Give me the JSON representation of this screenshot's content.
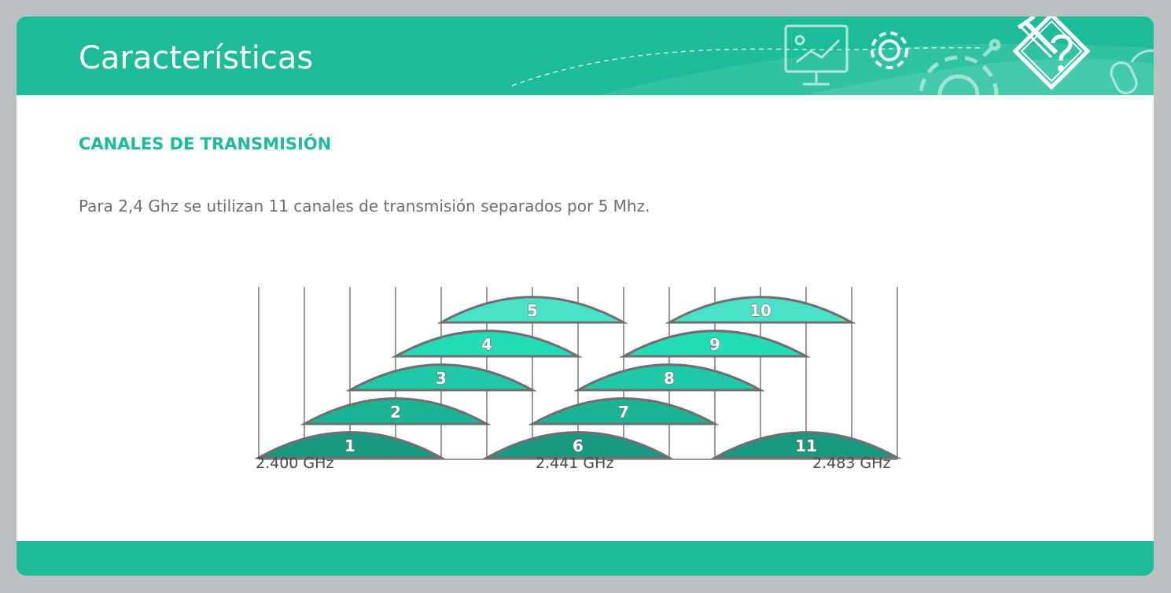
{
  "header": {
    "title": "Características",
    "icons": [
      "presentation-board-icon",
      "gear-icon",
      "large-gear-icon",
      "pencil-question-icon",
      "computer-mouse-icon"
    ]
  },
  "content": {
    "section_heading": "CANALES DE TRANSMISIÓN",
    "paragraph": "Para 2,4 Ghz se utilizan 11 canales de transmisión separados por 5 Mhz."
  },
  "diagram": {
    "channels": [
      {
        "label": "1",
        "row": 0,
        "start": 0,
        "color": "#1a9880"
      },
      {
        "label": "2",
        "row": 1,
        "start": 1,
        "color": "#1ab394"
      },
      {
        "label": "3",
        "row": 2,
        "start": 2,
        "color": "#20c9a6"
      },
      {
        "label": "4",
        "row": 3,
        "start": 3,
        "color": "#24dbb7"
      },
      {
        "label": "5",
        "row": 4,
        "start": 4,
        "color": "#49e2c8"
      },
      {
        "label": "6",
        "row": 0,
        "start": 5,
        "color": "#1a9880"
      },
      {
        "label": "7",
        "row": 1,
        "start": 6,
        "color": "#1ab394"
      },
      {
        "label": "8",
        "row": 2,
        "start": 7,
        "color": "#20c9a6"
      },
      {
        "label": "9",
        "row": 3,
        "start": 8,
        "color": "#24dbb7"
      },
      {
        "label": "10",
        "row": 4,
        "start": 9,
        "color": "#49e2c8"
      },
      {
        "label": "11",
        "row": 0,
        "start": 10,
        "color": "#1a9880"
      }
    ],
    "frequency_labels": [
      "2.400 GHz",
      "2.441 GHz",
      "2.483 GHz"
    ]
  },
  "colors": {
    "accent": "#1dbb98",
    "background": "#bcc0c3",
    "text": "#6b6f73"
  }
}
